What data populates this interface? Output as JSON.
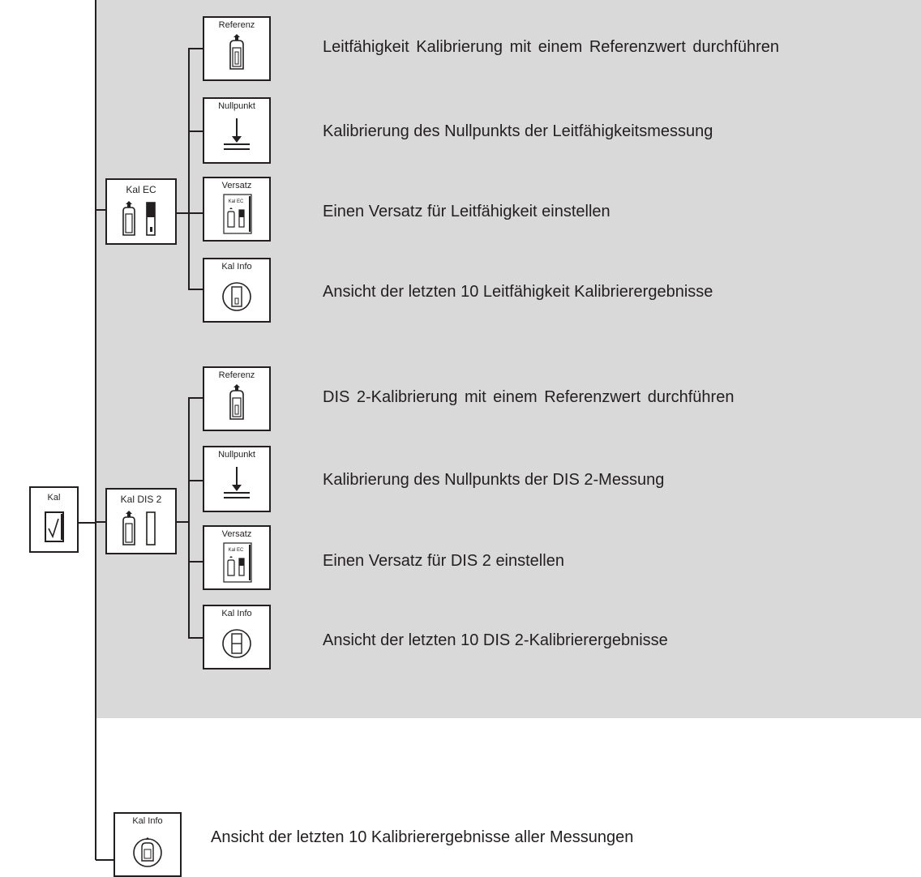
{
  "root": {
    "label": "Kal",
    "icon": "checkmark-icon"
  },
  "groups": [
    {
      "label": "Kal EC",
      "icon": "bottle-reagent-icon",
      "items": [
        {
          "label": "Referenz",
          "icon": "reference-bottle-icon",
          "text": "Leitfähigkeit Kalibrierung mit einem Referenzwert durchführen"
        },
        {
          "label": "Nullpunkt",
          "icon": "zero-point-icon",
          "text": "Kalibrierung des Nullpunkts der Leitfähigkeitsmessung"
        },
        {
          "label": "Versatz",
          "icon": "offset-icon",
          "sublabel": "Kal EC",
          "text": "Einen Versatz für Leitfähigkeit einstellen"
        },
        {
          "label": "Kal Info",
          "icon": "calibration-info-icon",
          "text": "Ansicht der letzten 10 Leitfähigkeit Kalibrierergebnisse"
        }
      ]
    },
    {
      "label": "Kal DIS 2",
      "icon": "bottle-reagent-icon",
      "items": [
        {
          "label": "Referenz",
          "icon": "reference-bottle-icon",
          "text": "DIS 2-Kalibrierung mit einem Referenzwert durchführen"
        },
        {
          "label": "Nullpunkt",
          "icon": "zero-point-icon",
          "text": "Kalibrierung des Nullpunkts der DIS 2-Messung"
        },
        {
          "label": "Versatz",
          "icon": "offset-icon",
          "sublabel": "Kal EC",
          "text": "Einen Versatz für DIS 2 einstellen"
        },
        {
          "label": "Kal Info",
          "icon": "calibration-info-icon",
          "text": "Ansicht der letzten 10 DIS 2-Kalibrierergebnisse"
        }
      ]
    }
  ],
  "all_info": {
    "label": "Kal Info",
    "icon": "calibration-info-all-icon",
    "text": "Ansicht der letzten 10 Kalibrierergebnisse aller Messungen"
  },
  "colors": {
    "shaded_area": "#d9d9d9",
    "line": "#231f20",
    "background": "#ffffff"
  }
}
